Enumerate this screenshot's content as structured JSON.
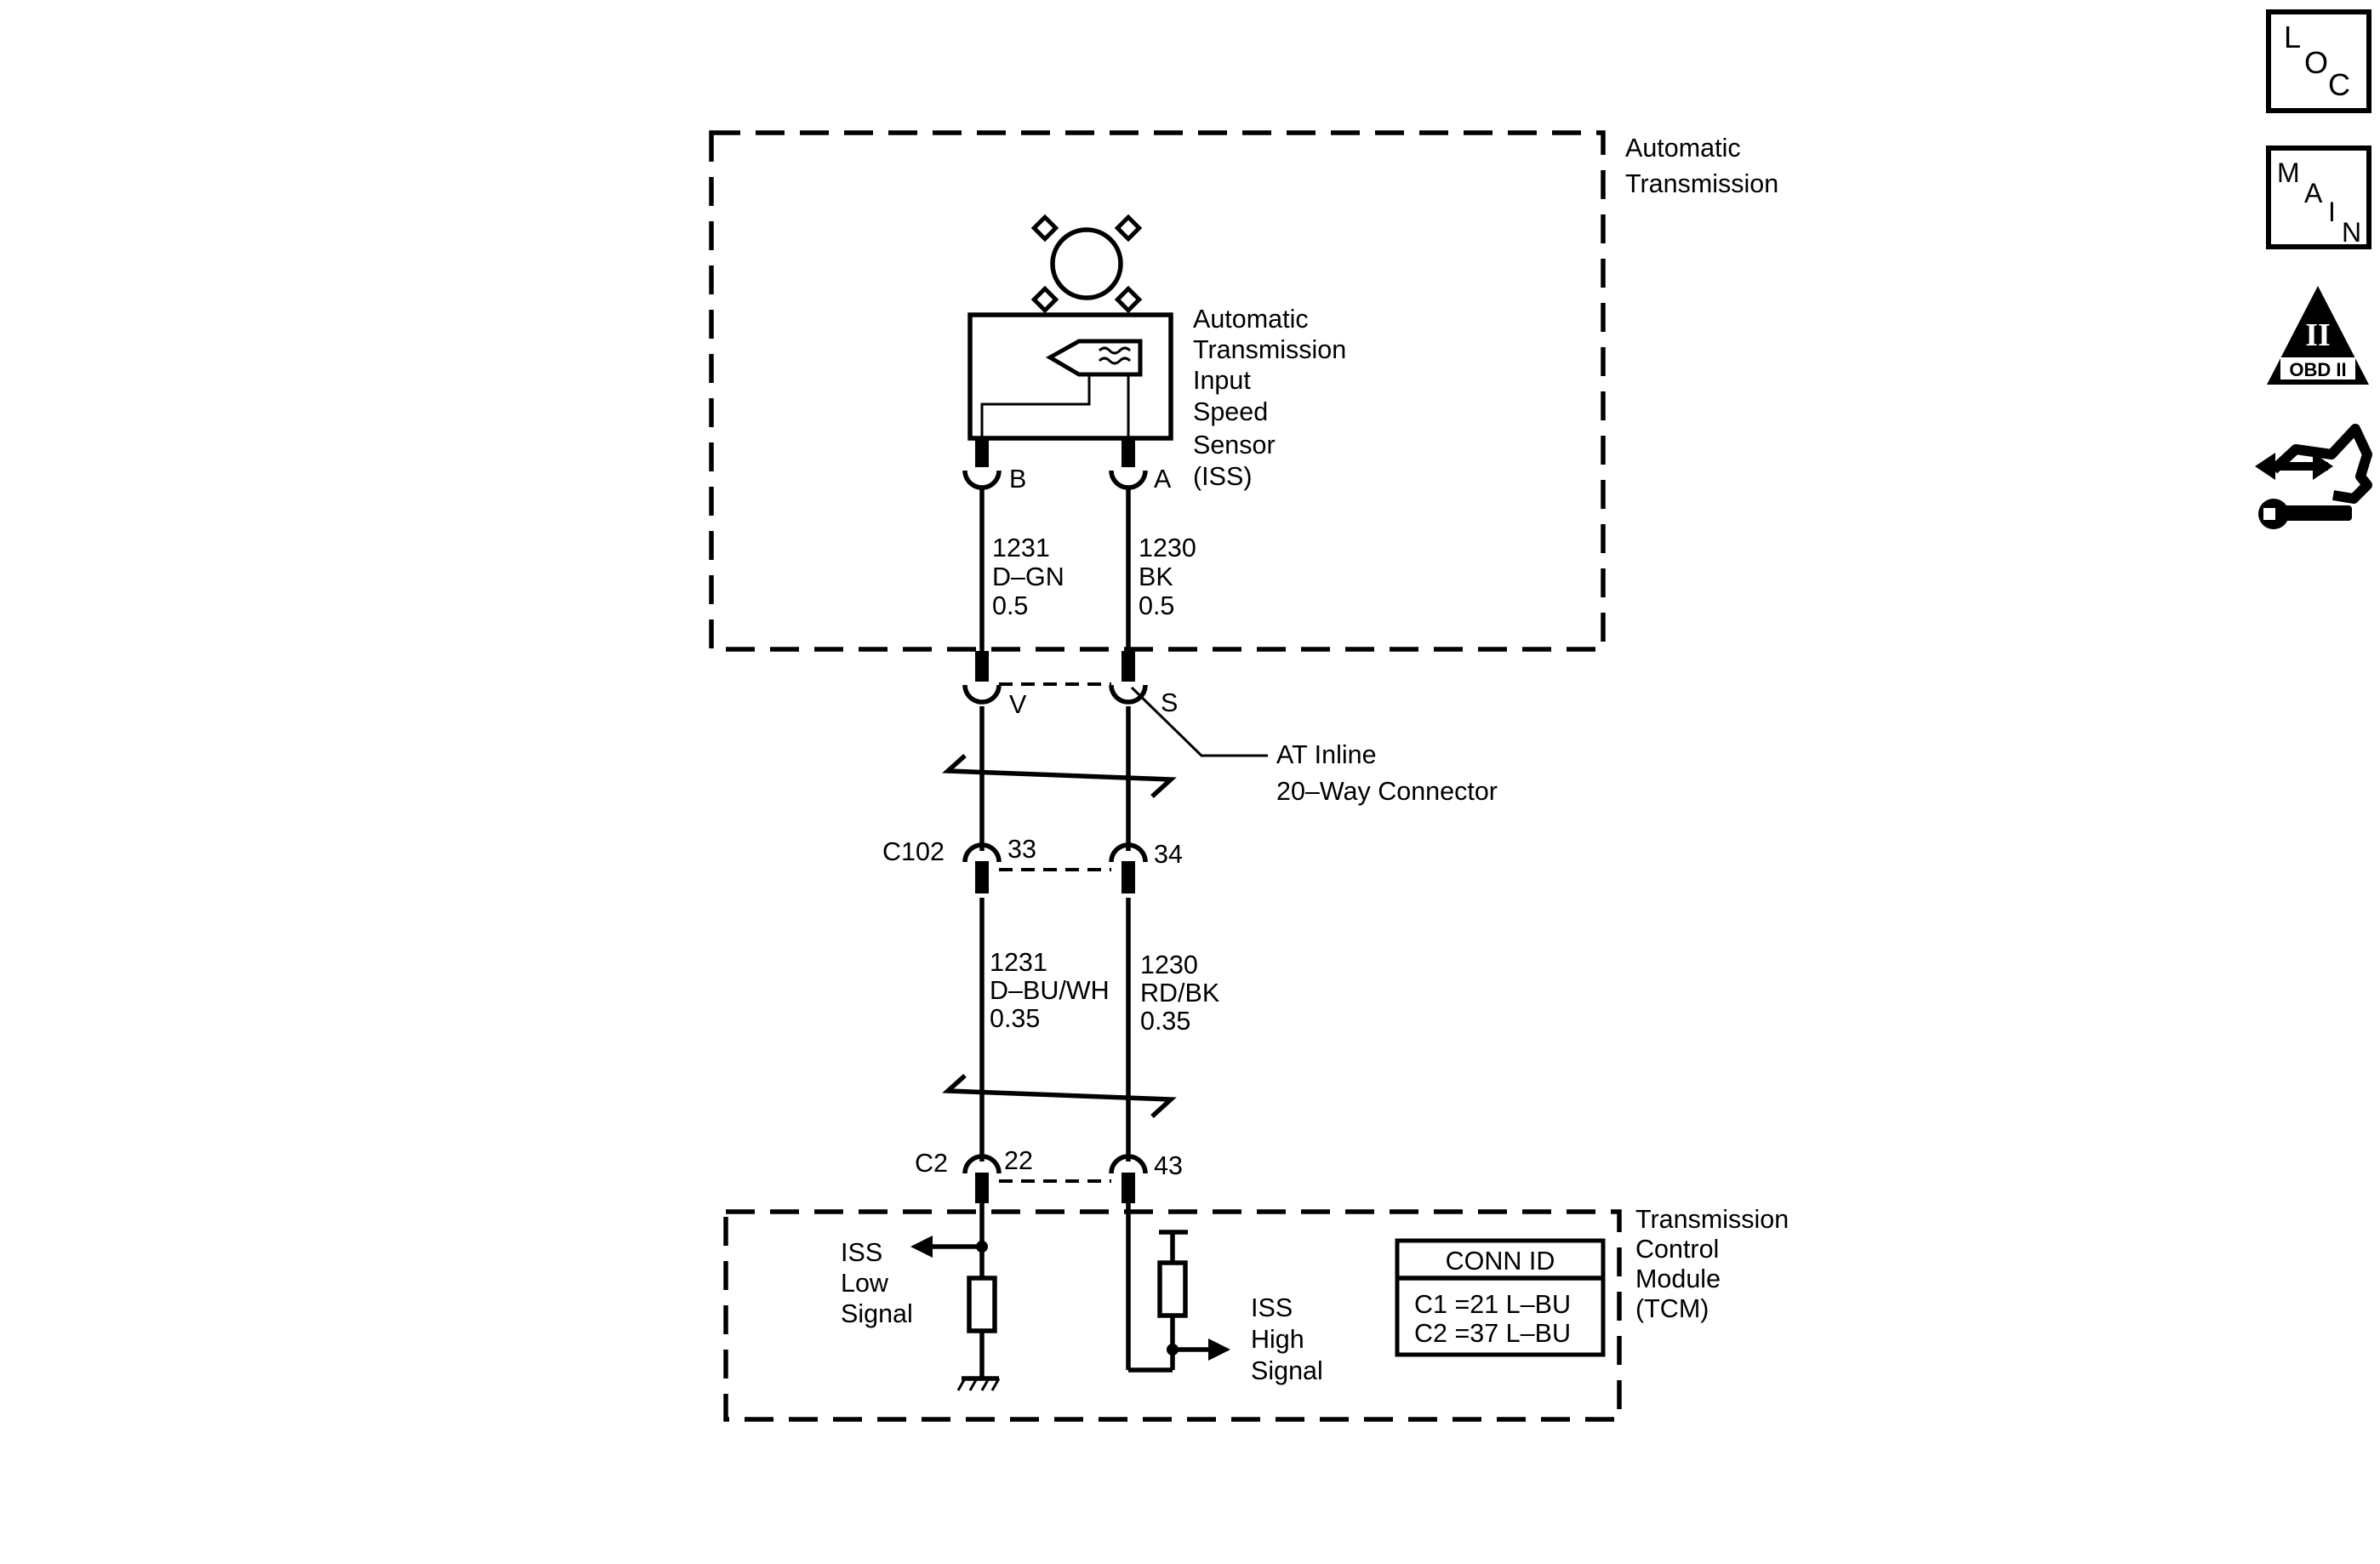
{
  "transmission_box": {
    "label_line1": "Automatic",
    "label_line2": "Transmission"
  },
  "sensor": {
    "label_lines": [
      "Automatic",
      "Transmission",
      "Input",
      "Speed",
      "Sensor",
      "(ISS)"
    ],
    "pin_b": "B",
    "pin_a": "A"
  },
  "wires_upper": {
    "left": {
      "circuit": "1231",
      "color": "D–GN",
      "gauge": "0.5"
    },
    "right": {
      "circuit": "1230",
      "color": "BK",
      "gauge": "0.5"
    }
  },
  "inline_connector": {
    "pin_left": "V",
    "pin_right": "S",
    "label_line1": "AT Inline",
    "label_line2": "20–Way Connector"
  },
  "c102": {
    "name": "C102",
    "pin_left": "33",
    "pin_right": "34"
  },
  "wires_lower": {
    "left": {
      "circuit": "1231",
      "color": "D–BU/WH",
      "gauge": "0.35"
    },
    "right": {
      "circuit": "1230",
      "color": "RD/BK",
      "gauge": "0.35"
    }
  },
  "c2": {
    "name": "C2",
    "pin_left": "22",
    "pin_right": "43"
  },
  "tcm": {
    "label_lines": [
      "Transmission",
      "Control",
      "Module",
      "(TCM)"
    ],
    "low_signal": [
      "ISS",
      "Low",
      "Signal"
    ],
    "high_signal": [
      "ISS",
      "High",
      "Signal"
    ],
    "conn_id": {
      "header": "CONN ID",
      "rows": [
        "C1 =21 L–BU",
        "C2 =37 L–BU"
      ]
    }
  },
  "nav": {
    "loc_letters": [
      "L",
      "O",
      "C"
    ],
    "main_letters": [
      "M",
      "A",
      "I",
      "N"
    ],
    "obd_numeral": "II",
    "obd_text": "OBD II"
  }
}
